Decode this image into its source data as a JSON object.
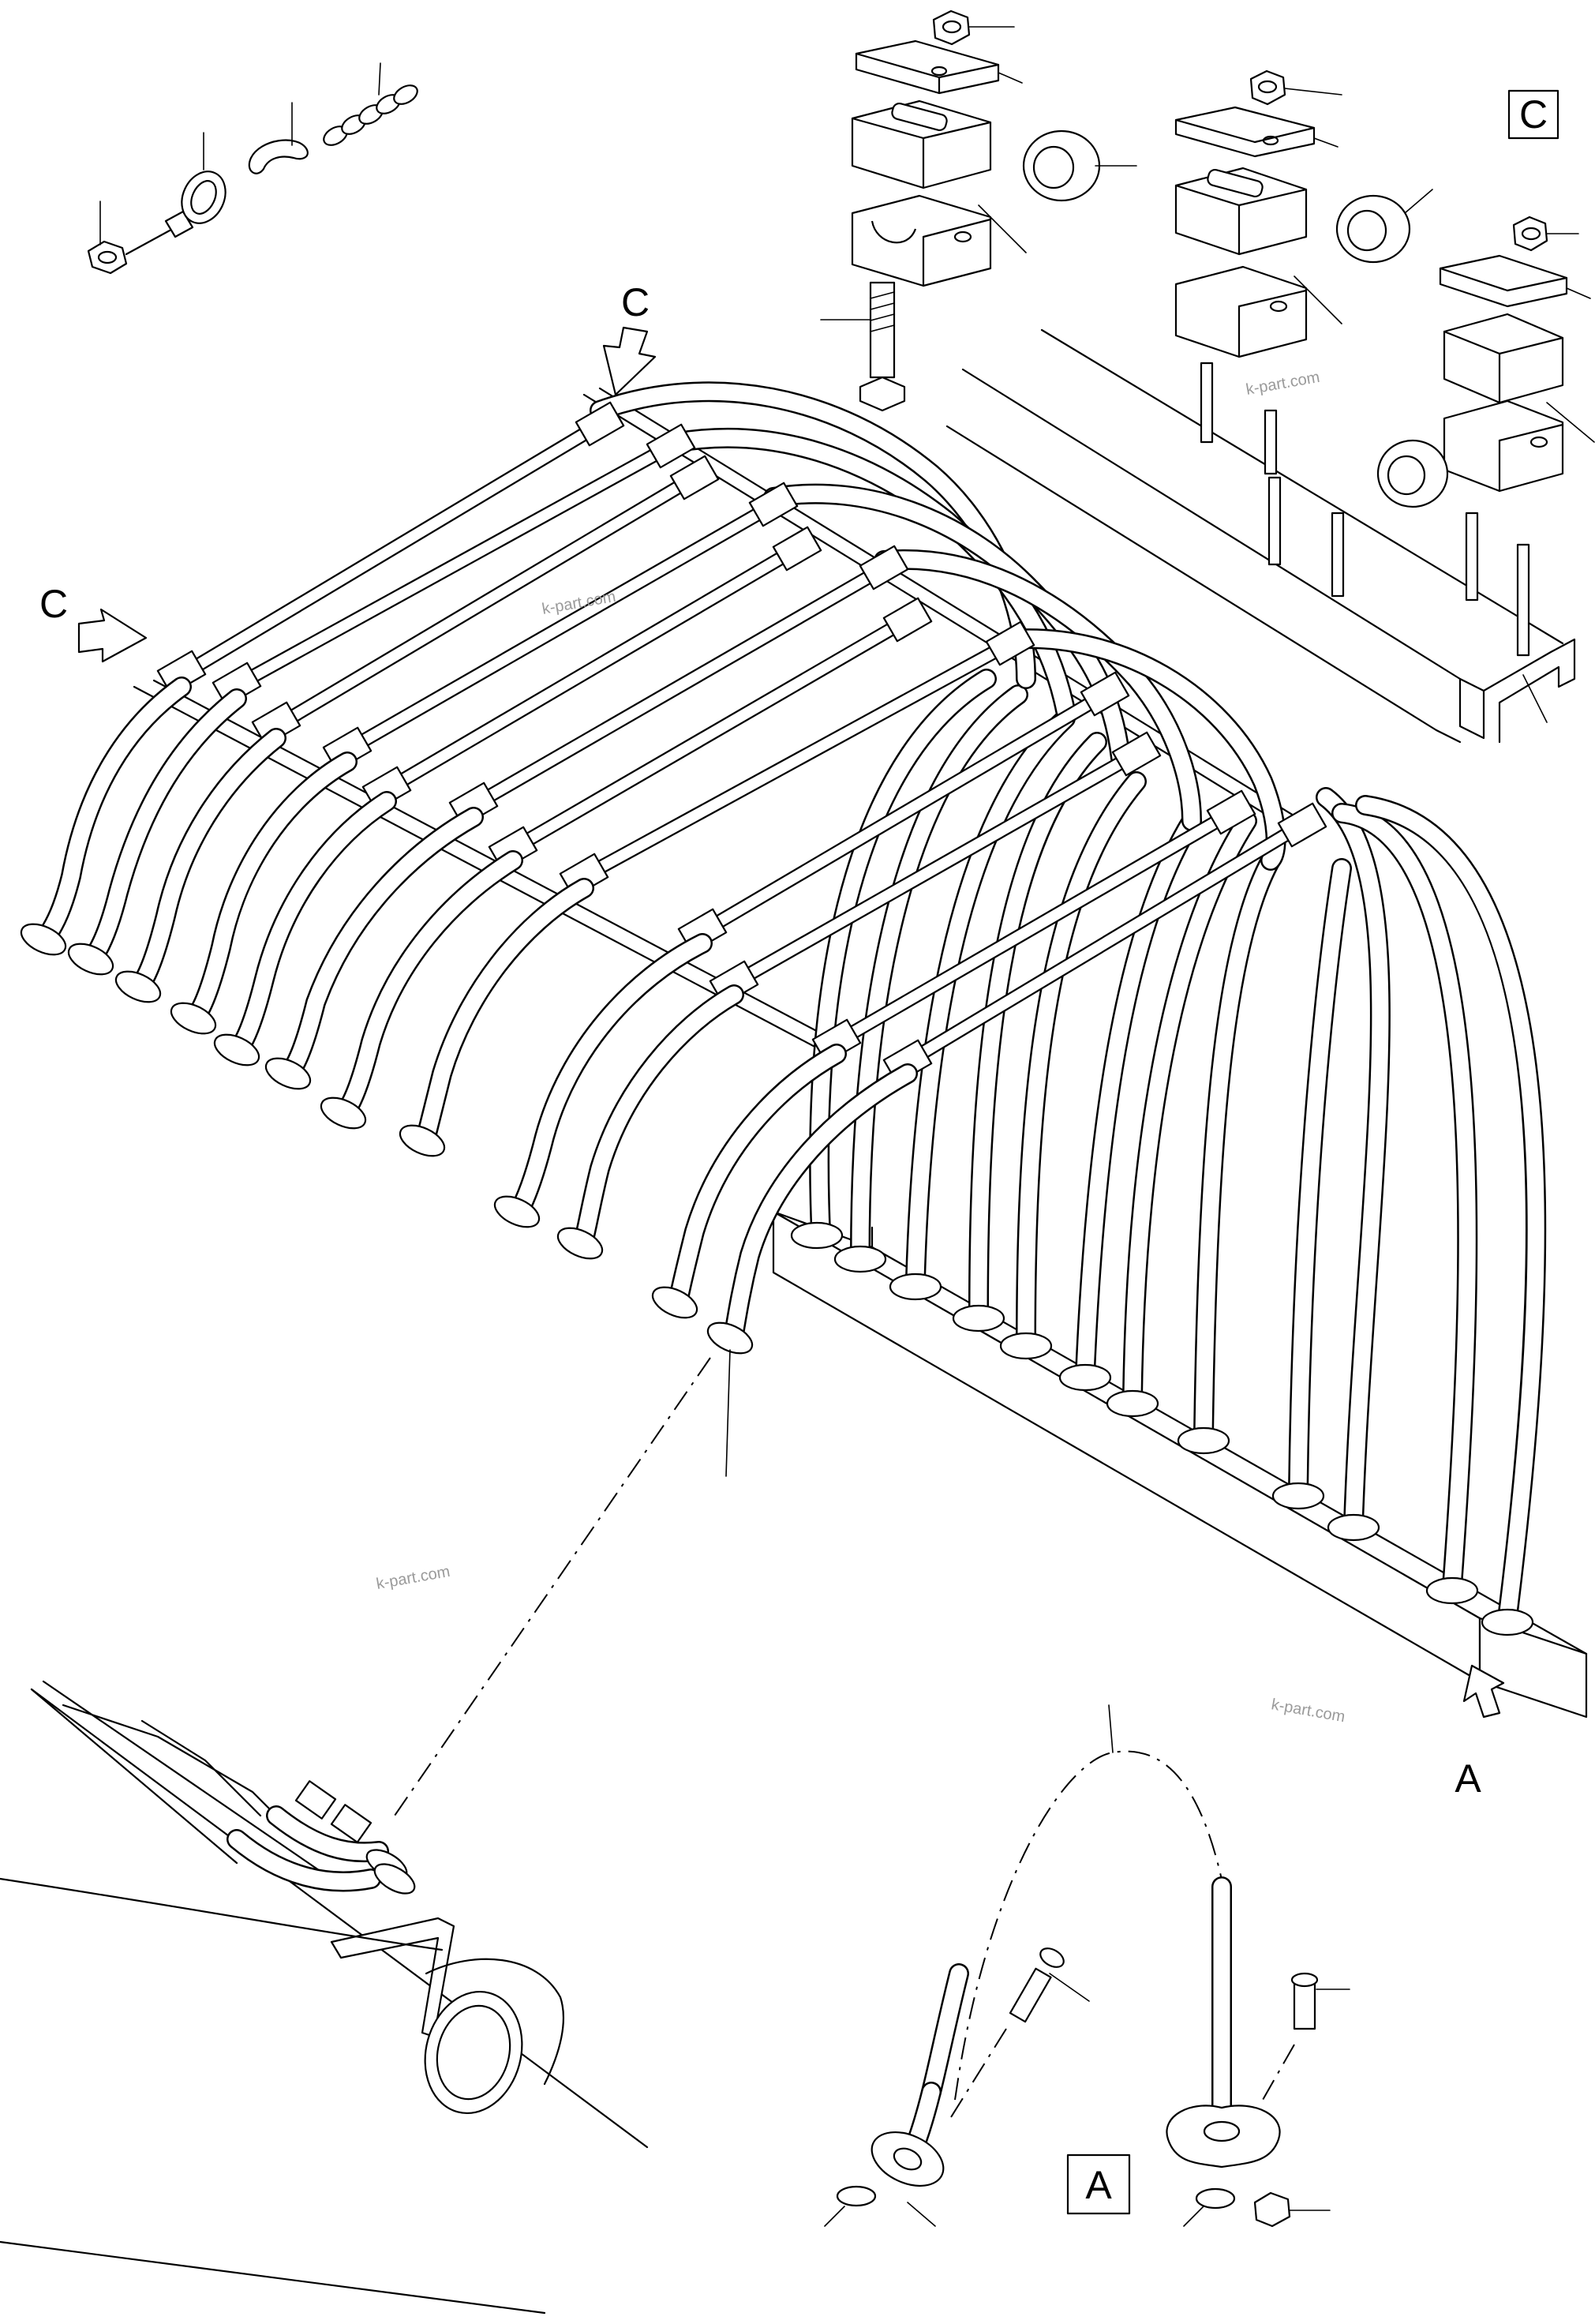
{
  "diagram": {
    "labels": {
      "view_c_top": "C",
      "view_c_left": "C",
      "view_a_arrow": "A",
      "detail_c_box": "C",
      "detail_a_box": "A"
    },
    "watermarks": [
      "k-part.com",
      "k-part.com",
      "k-part.com",
      "k-part.com"
    ]
  },
  "style": {
    "line_color": "#000000",
    "background": "#ffffff",
    "watermark_color": "#9a9a9a"
  }
}
